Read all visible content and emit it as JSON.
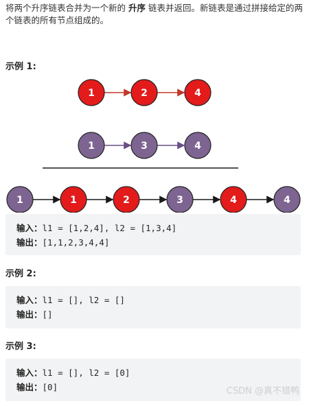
{
  "intro": {
    "before": "将两个升序链表合并为一个新的 ",
    "bold": "升序",
    "after": " 链表并返回。新链表是通过拼接给定的两个链表的所有节点组成的。"
  },
  "examples": [
    {
      "title": "示例 1:",
      "input_label": "输入：",
      "input": "l1 = [1,2,4], l2 = [1,3,4]",
      "output_label": "输出：",
      "output": "[1,1,2,3,4,4]"
    },
    {
      "title": "示例 2:",
      "input_label": "输入：",
      "input": "l1 = [], l2 = []",
      "output_label": "输出：",
      "output": "[]"
    },
    {
      "title": "示例 3:",
      "input_label": "输入：",
      "input": "l1 = [], l2 = [0]",
      "output_label": "输出：",
      "output": "[0]"
    }
  ],
  "diagram": {
    "colors": {
      "red": "#e31b1b",
      "purple": "#7d6491",
      "red_arrow": "#c0392b",
      "purple_arrow": "#6a4f86"
    },
    "list1": [
      "1",
      "2",
      "4"
    ],
    "list2": [
      "1",
      "3",
      "4"
    ],
    "merged": [
      {
        "v": "1",
        "c": "purple"
      },
      {
        "v": "1",
        "c": "red"
      },
      {
        "v": "2",
        "c": "red"
      },
      {
        "v": "3",
        "c": "purple"
      },
      {
        "v": "4",
        "c": "red"
      },
      {
        "v": "4",
        "c": "purple"
      }
    ]
  },
  "watermark": "CSDN @真不错鸭"
}
